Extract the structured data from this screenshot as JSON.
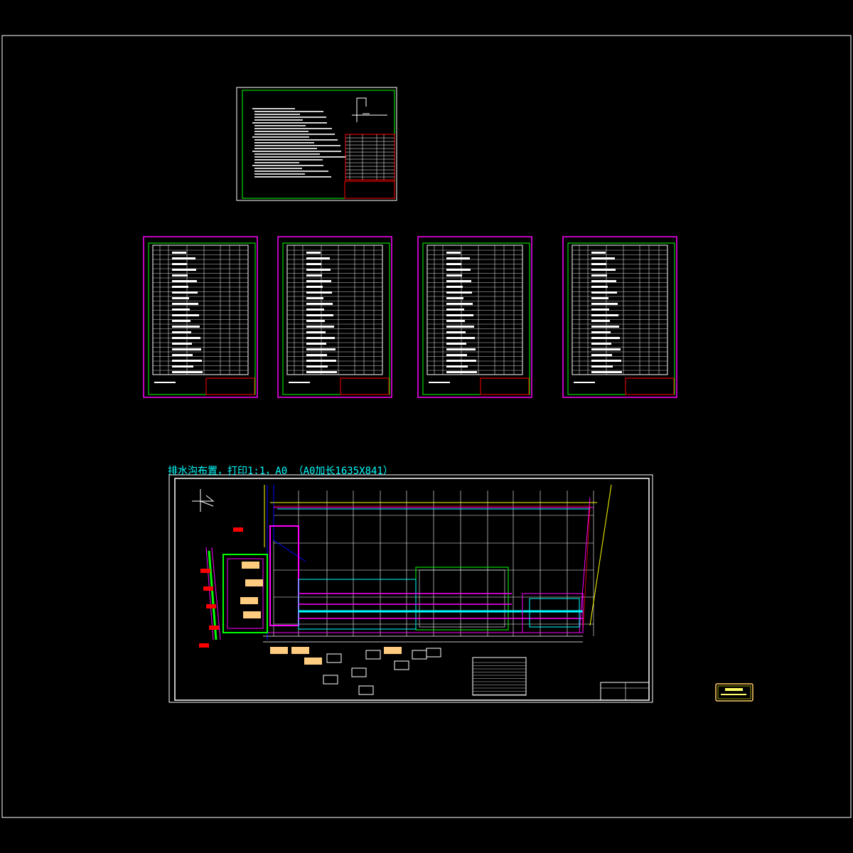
{
  "drawing": {
    "plan_title": "排水沟布置，打印1:1，A0  （A0加长1635X841）",
    "sheets": [
      {
        "id": "design-notes",
        "kind": "notes"
      },
      {
        "id": "table-1",
        "kind": "table"
      },
      {
        "id": "table-2",
        "kind": "table"
      },
      {
        "id": "table-3",
        "kind": "table"
      },
      {
        "id": "table-4",
        "kind": "table"
      }
    ],
    "colors": {
      "background": "#000000",
      "frame": "#ffffff",
      "sheet_border": "#ff00ff",
      "inner_border": "#00ff00",
      "title_block": "#ff0000",
      "plan_title": "#00ffff",
      "stamp": "#ffff00",
      "label_fill": "#ffcc80"
    }
  }
}
